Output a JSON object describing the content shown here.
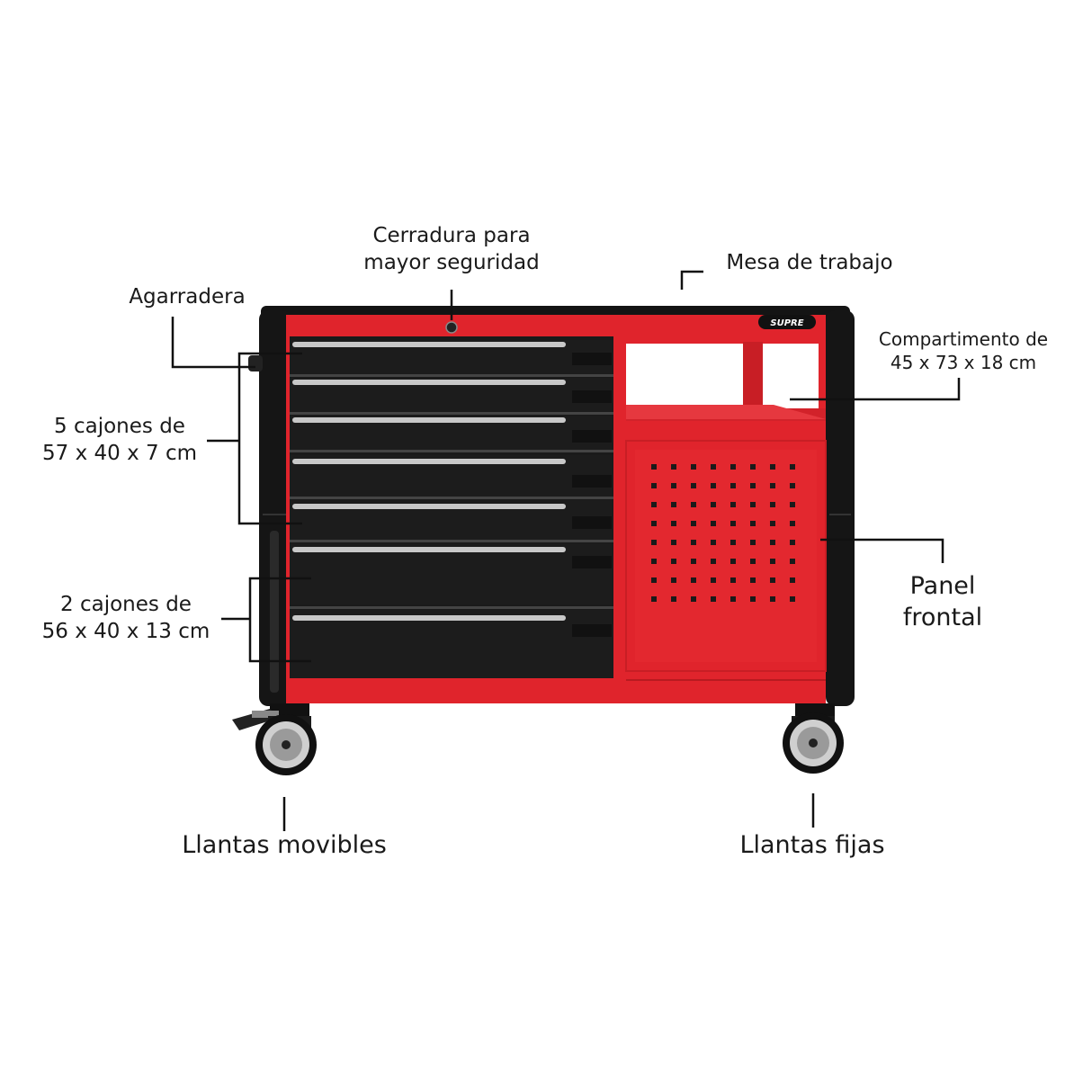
{
  "labels": {
    "lock": [
      "Cerradura para",
      "mayor seguridad"
    ],
    "workbench": "Mesa de trabajo",
    "handle": "Agarradera",
    "compartment": [
      "Compartimento de",
      "45 x 73 x 18 cm"
    ],
    "drawers5": [
      "5 cajones de",
      "57 x 40 x 7 cm"
    ],
    "drawers2": [
      "2 cajones de",
      "56 x 40 x 13 cm"
    ],
    "panel": [
      "Panel",
      "frontal"
    ],
    "casters_swivel": "Llantas movibles",
    "casters_fixed": "Llantas fijas"
  },
  "brand_logo": "SUPRE",
  "colors": {
    "body_red": "#e0242c",
    "trim_black": "#141414",
    "drawer_black": "#1c1c1c",
    "handle_silver": "#c8c8c8"
  },
  "icons": [
    "lock-icon",
    "brand-logo",
    "wheel-icon",
    "brake-pedal-icon"
  ]
}
